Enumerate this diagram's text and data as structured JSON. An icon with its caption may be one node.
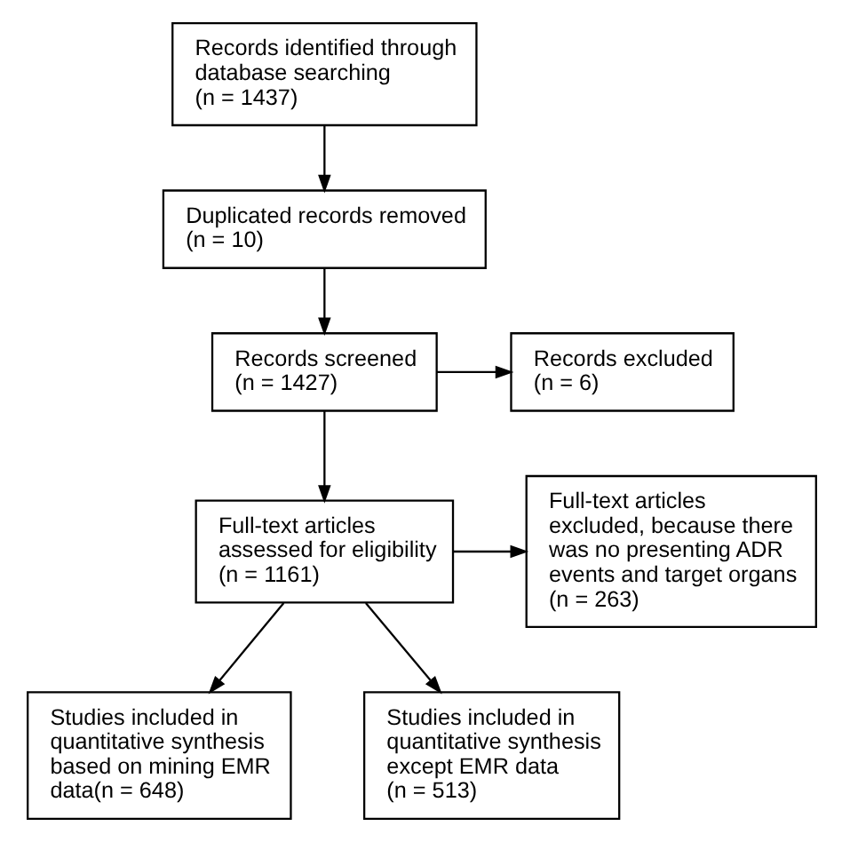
{
  "diagram": {
    "nodes": [
      {
        "text": [
          "Records identified through database searching",
          "(n = 1437)"
        ]
      },
      {
        "text": [
          "Duplicated records removed",
          "(n = 10)"
        ]
      },
      {
        "text": [
          "Records screened",
          "(n = 1427)"
        ]
      },
      {
        "text": [
          "Records excluded",
          "(n = 6)"
        ]
      },
      {
        "text": [
          "Full-text articles assessed for eligibility",
          "(n = 1161)"
        ]
      },
      {
        "text": [
          "Full-text articles excluded, because there was no presenting ADR events and target organs",
          "(n = 263)"
        ]
      },
      {
        "text": [
          "Studies included in quantitative synthesis based on mining EMR data(n = 648)"
        ]
      },
      {
        "text": [
          "Studies included in quantitative synthesis except EMR data",
          "(n = 513)"
        ]
      }
    ],
    "edges": [
      {
        "from": 0,
        "to": 1,
        "arrow": "to"
      },
      {
        "from": 1,
        "to": 2,
        "arrow": "to"
      },
      {
        "from": 2,
        "to": 3,
        "arrow": "to"
      },
      {
        "from": 2,
        "to": 4,
        "arrow": "to"
      },
      {
        "from": 4,
        "to": 5,
        "arrow": "to"
      },
      {
        "from": 4,
        "to": 6,
        "arrow": "to"
      },
      {
        "from": 4,
        "to": 7,
        "arrow": "to"
      }
    ]
  }
}
